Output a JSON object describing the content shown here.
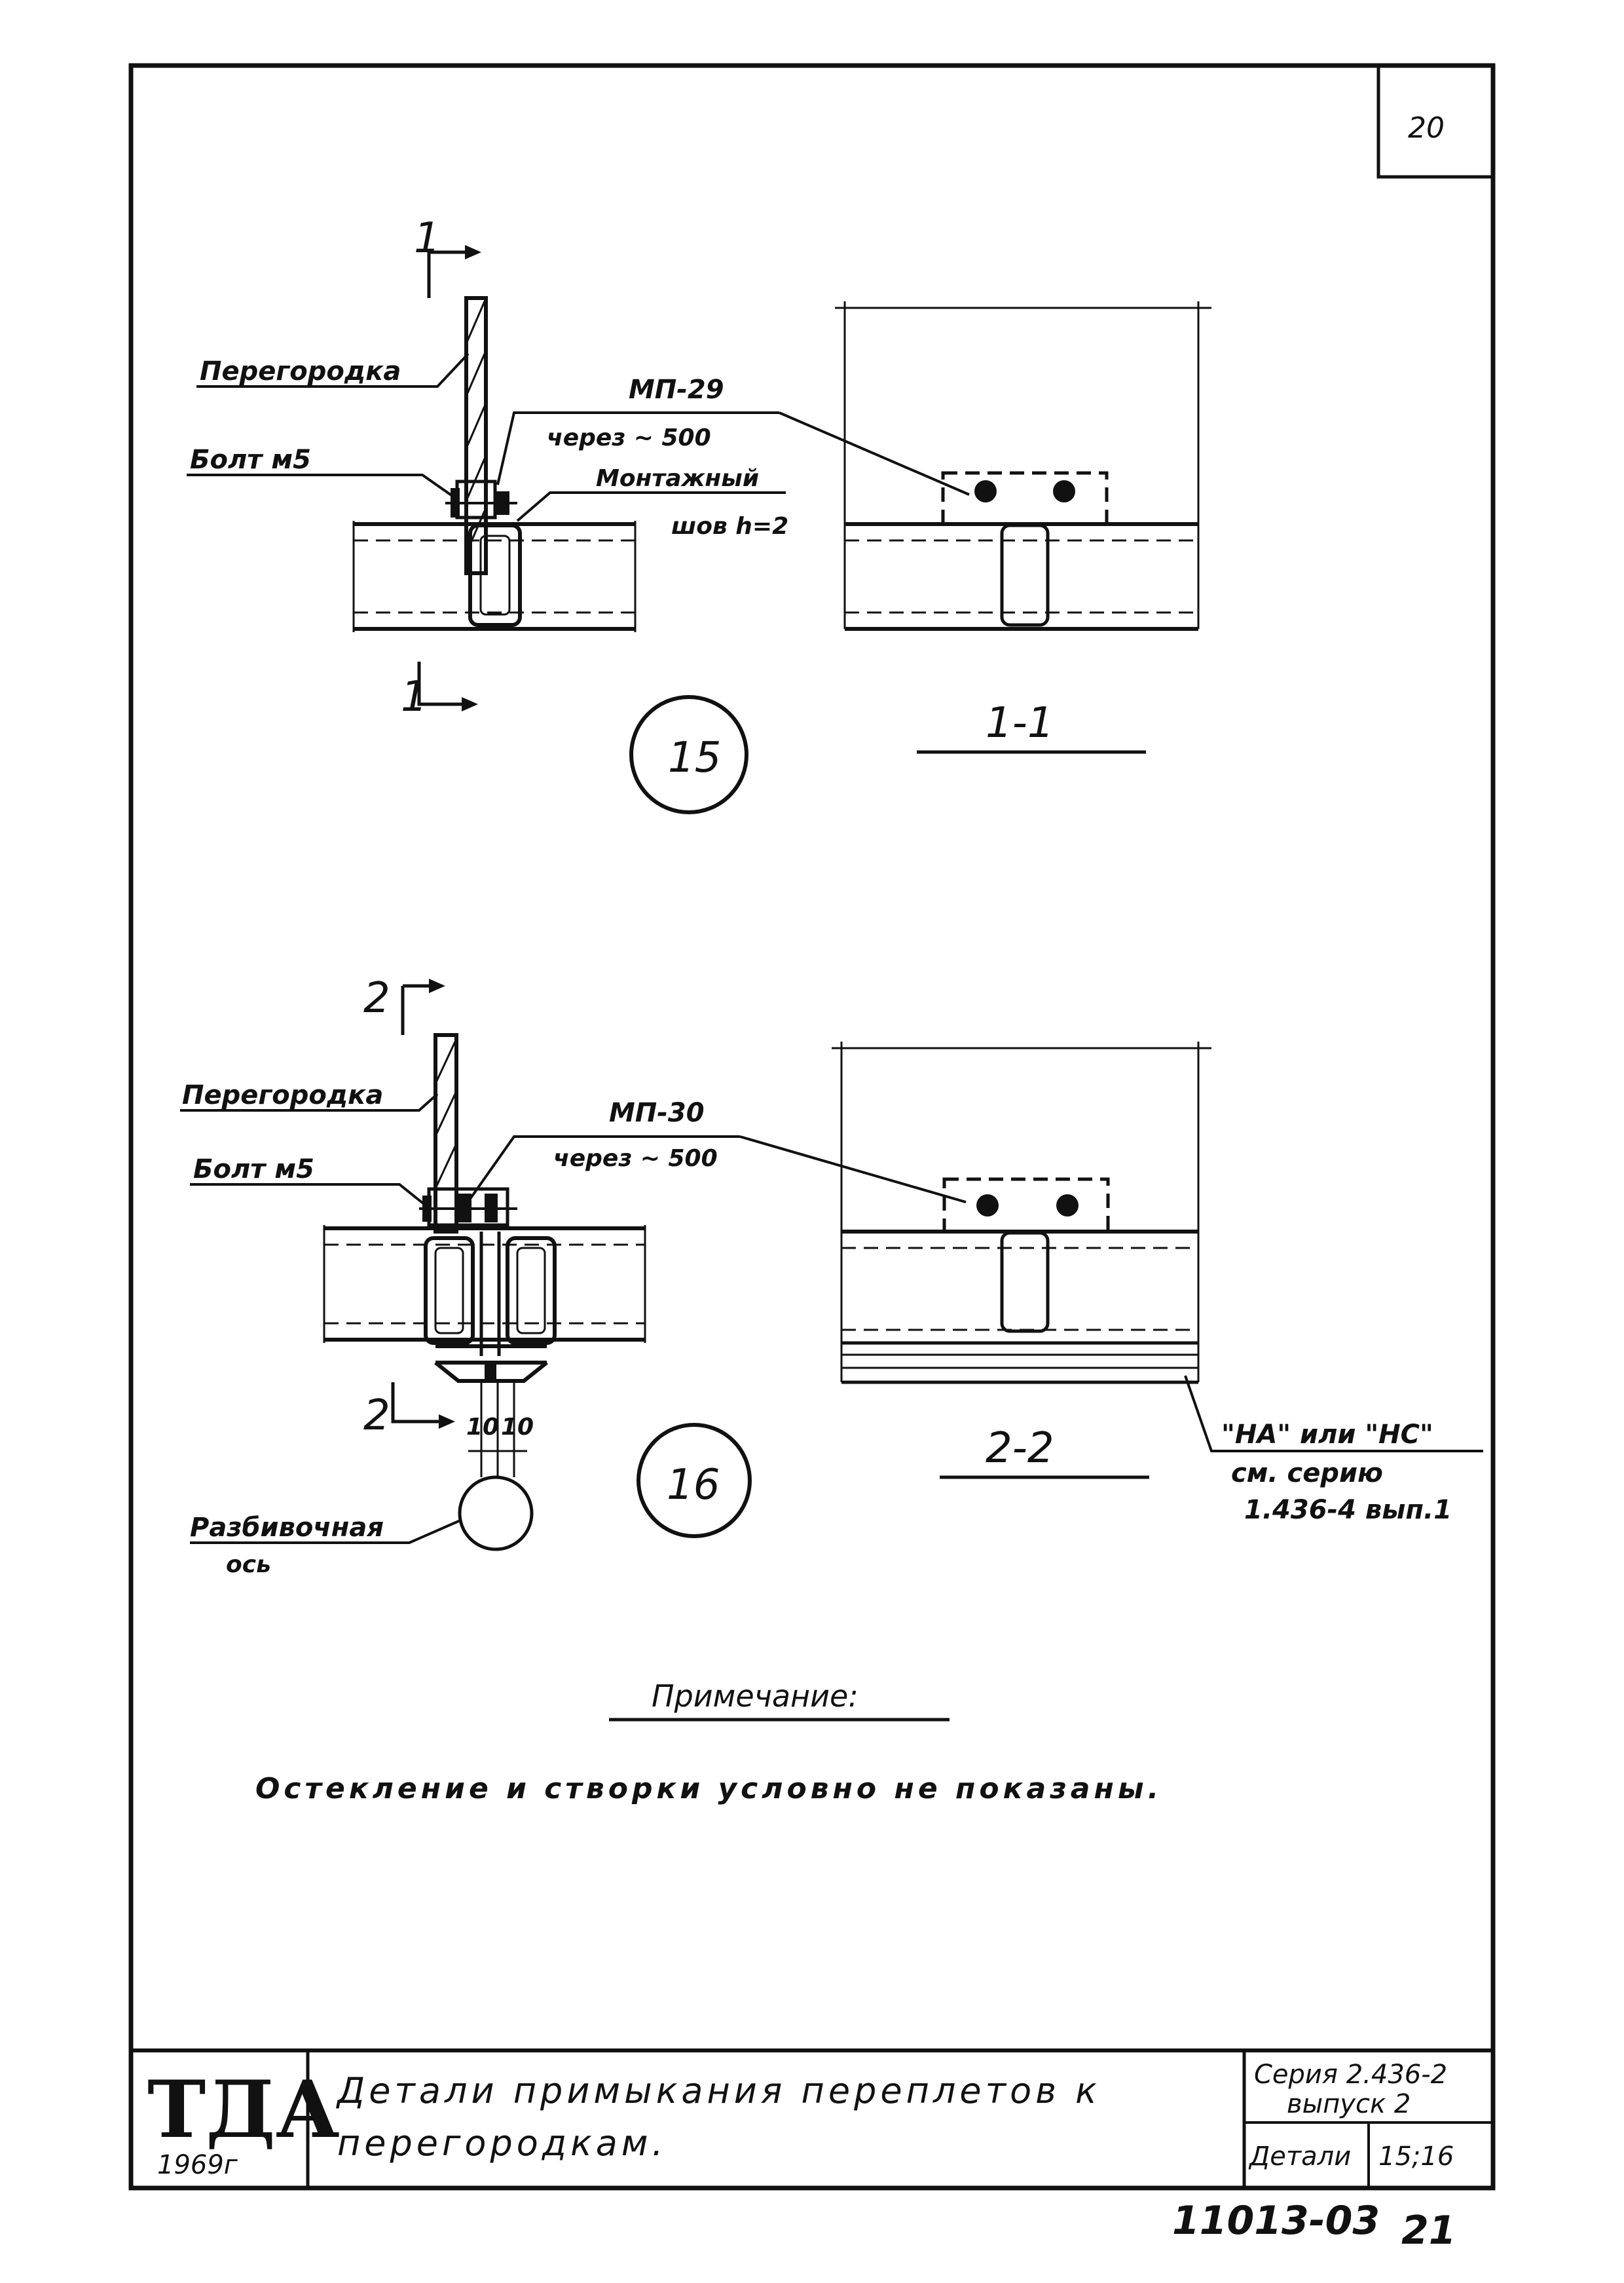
{
  "page_number": "20",
  "detail_15": {
    "number": "15",
    "section_mark": "1",
    "partition_label": "Перегородка",
    "bolt_label": "Болт м5",
    "plate_label": "МП-29",
    "spacing_label": "через ~ 500",
    "weld_label_1": "Монтажный",
    "weld_label_2": "шов h=2",
    "section_title": "1-1"
  },
  "detail_16": {
    "number": "16",
    "section_mark": "2",
    "partition_label": "Перегородка",
    "bolt_label": "Болт м5",
    "plate_label": "МП-30",
    "spacing_label": "через ~ 500",
    "dim_1": "10",
    "dim_2": "10",
    "axis_label_1": "Разбивочная",
    "axis_label_2": "ось",
    "section_title": "2-2",
    "ref_1": "\"НА\" или \"НС\"",
    "ref_2": "см. серию",
    "ref_3": "1.436-4 вып.1"
  },
  "note": {
    "heading": "Примечание:",
    "text": "Остекление и створки условно не показаны."
  },
  "title_block": {
    "org": "ТДА",
    "year": "1969г",
    "title_line_1": "Детали примыкания переплетов к",
    "title_line_2": "перегородкам.",
    "series_1": "Серия 2.436-2",
    "series_2": "выпуск 2",
    "detail_label": "Детали",
    "detail_value": "15;16"
  },
  "footer": {
    "drawing_no": "11013-03",
    "sheet_no": "21"
  }
}
